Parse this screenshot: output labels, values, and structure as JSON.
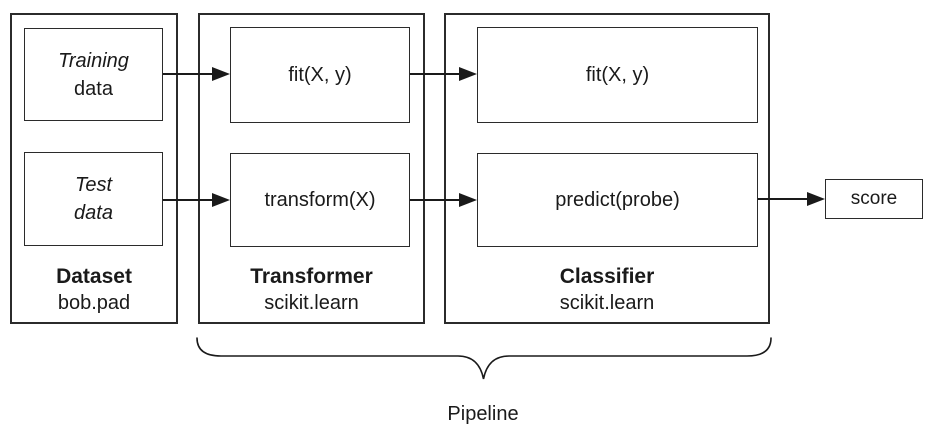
{
  "colors": {
    "line": "#1a1a1a",
    "border": "#2b2b2b",
    "background": "#ffffff",
    "text": "#1a1a1a"
  },
  "panels": [
    {
      "title": "Dataset",
      "subtitle": "bob.pad",
      "boxes": [
        {
          "line1": "Training",
          "line2": "data"
        },
        {
          "line1": "Test",
          "line2": "data"
        }
      ]
    },
    {
      "title": "Transformer",
      "subtitle": "scikit.learn",
      "boxes": [
        {
          "label": "fit(X, y)"
        },
        {
          "label": "transform(X)"
        }
      ]
    },
    {
      "title": "Classifier",
      "subtitle": "scikit.learn",
      "boxes": [
        {
          "label": "fit(X, y)"
        },
        {
          "label": "predict(probe)"
        }
      ]
    }
  ],
  "score": {
    "label": "score"
  },
  "pipeline": {
    "label": "Pipeline"
  }
}
